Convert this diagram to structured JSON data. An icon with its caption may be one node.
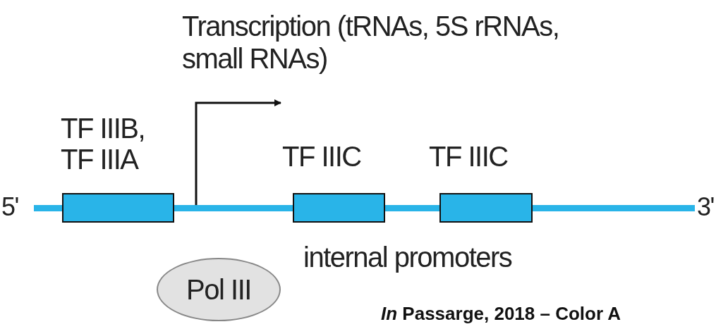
{
  "diagram": {
    "caption": "*In* Passarge, 2018 – Color A",
    "nodes": [
      {
        "text": [
          "TF IIIB, TF IIIA"
        ]
      },
      {
        "text": [
          "TF IIIC"
        ]
      },
      {
        "text": [
          "TF IIIC"
        ]
      },
      {
        "text": [
          "Pol III"
        ]
      }
    ],
    "labels": [
      "Transcription (tRNAs, 5S rRNAs, small RNAs)",
      "5'",
      "3'",
      "internal promoters"
    ]
  }
}
